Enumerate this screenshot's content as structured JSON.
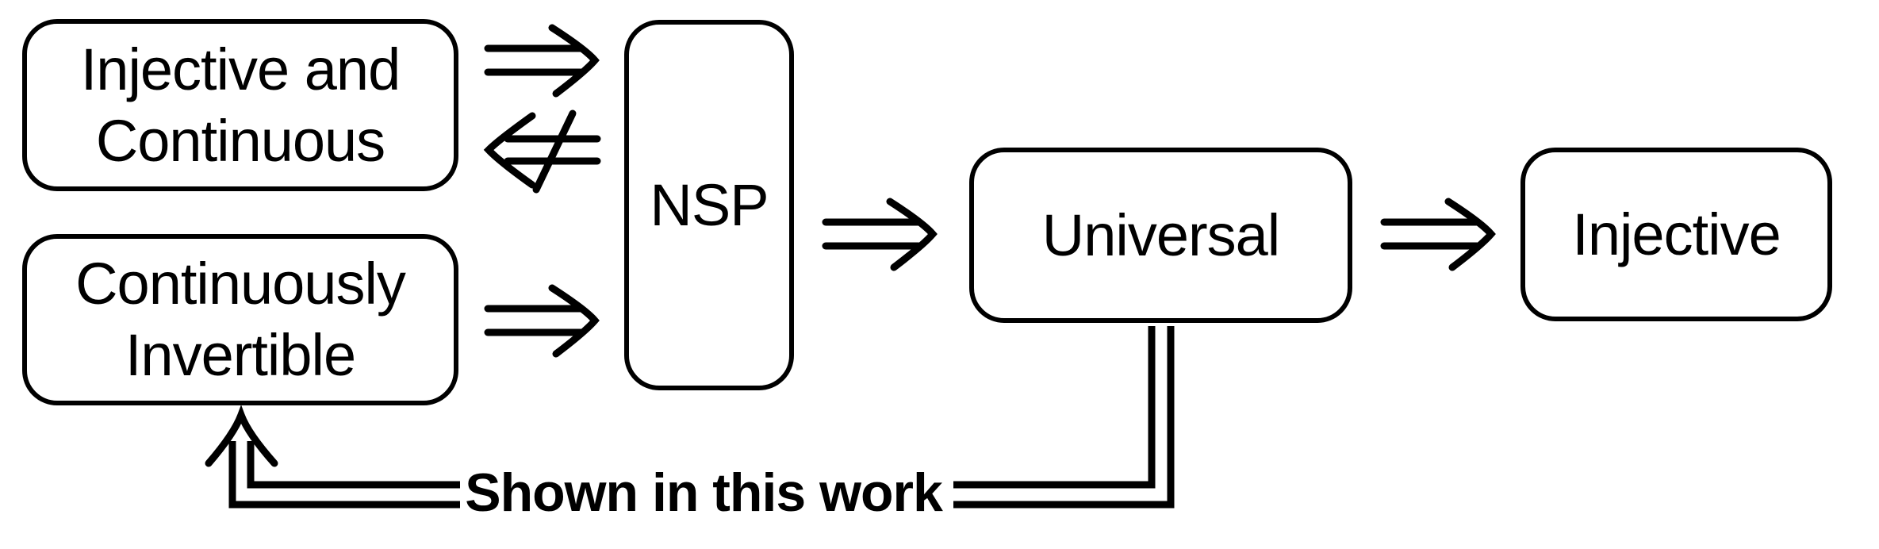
{
  "diagram": {
    "background_color": "#ffffff",
    "line_color": "#000000",
    "nodes": [
      {
        "id": "injective-and-continuous",
        "label": "Injective and\nContinuous"
      },
      {
        "id": "continuously-invertible",
        "label": "Continuously\nInvertible"
      },
      {
        "id": "nsp",
        "label": "NSP"
      },
      {
        "id": "universal",
        "label": "Universal"
      },
      {
        "id": "injective",
        "label": "Injective"
      }
    ],
    "edges": [
      {
        "from": "injective-and-continuous",
        "to": "nsp",
        "relation": "implies",
        "icon": "double-arrow-right-icon"
      },
      {
        "from": "nsp",
        "to": "injective-and-continuous",
        "relation": "does not imply",
        "icon": "double-arrow-left-negated-icon"
      },
      {
        "from": "continuously-invertible",
        "to": "nsp",
        "relation": "implies",
        "icon": "double-arrow-right-icon"
      },
      {
        "from": "nsp",
        "to": "universal",
        "relation": "implies",
        "icon": "double-arrow-right-icon"
      },
      {
        "from": "universal",
        "to": "injective",
        "relation": "implies",
        "icon": "double-arrow-right-icon"
      },
      {
        "from": "universal",
        "to": "continuously-invertible",
        "relation": "implies",
        "icon": "double-line-elbow-up-arrow-icon",
        "label": "Shown in this work"
      }
    ]
  }
}
